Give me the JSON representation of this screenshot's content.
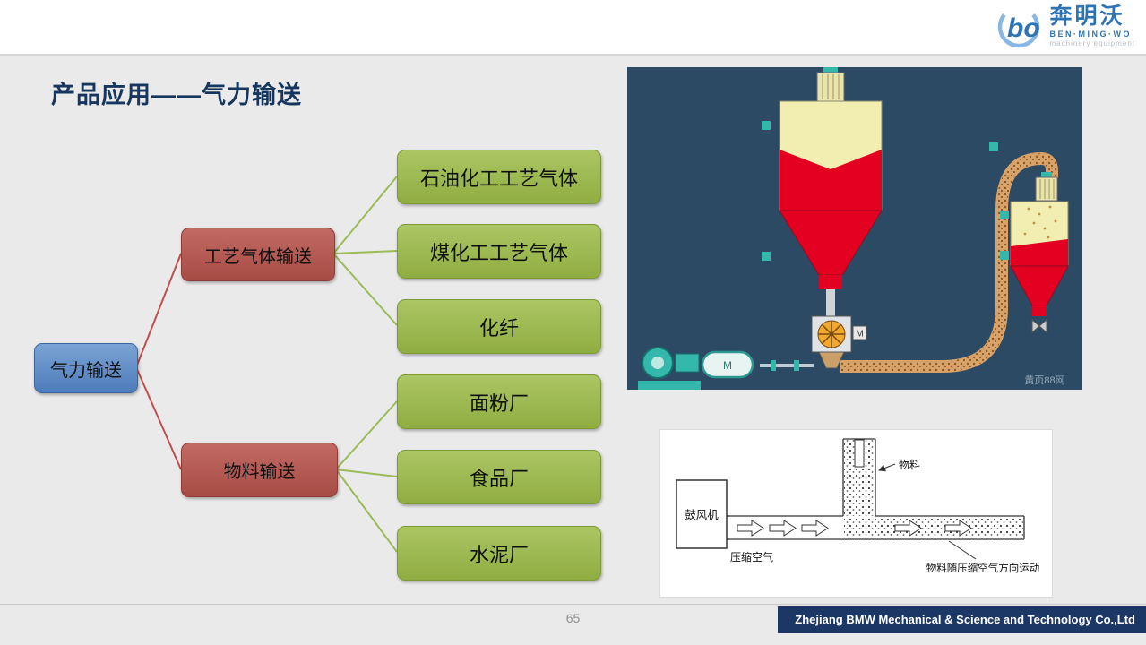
{
  "header": {
    "brand_mark": "bo",
    "brand_name": "奔明沃",
    "brand_sub": "BEN·MING·WO",
    "brand_tagline": "machinery equipment"
  },
  "title": "产品应用——气力输送",
  "tree": {
    "root": "气力输送",
    "branches": [
      {
        "label": "工艺气体输送",
        "children": [
          "石油化工工艺气体",
          "煤化工工艺气体",
          "化纤"
        ]
      },
      {
        "label": "物料输送",
        "children": [
          "面粉厂",
          "食品厂",
          "水泥厂"
        ]
      }
    ]
  },
  "system_diagram": {
    "motor_label": "M",
    "watermark": "黄页88网"
  },
  "principle_diagram": {
    "blower": "鼓风机",
    "compressed_air": "压缩空气",
    "material": "物料",
    "flow_note": "物料随压缩空气方向运动"
  },
  "footer": {
    "page_number": "65",
    "company": "Zhejiang BMW Mechanical & Science and Technology Co.,Ltd"
  },
  "colors": {
    "title_blue": "#17365d",
    "node_blue": "#5b86c2",
    "node_red": "#b3524c",
    "node_green": "#9bbb59",
    "line_red": "#c0504d",
    "line_green": "#9bbb59",
    "footer_bar": "#1c3765",
    "picture_background": "#2c4a63"
  }
}
